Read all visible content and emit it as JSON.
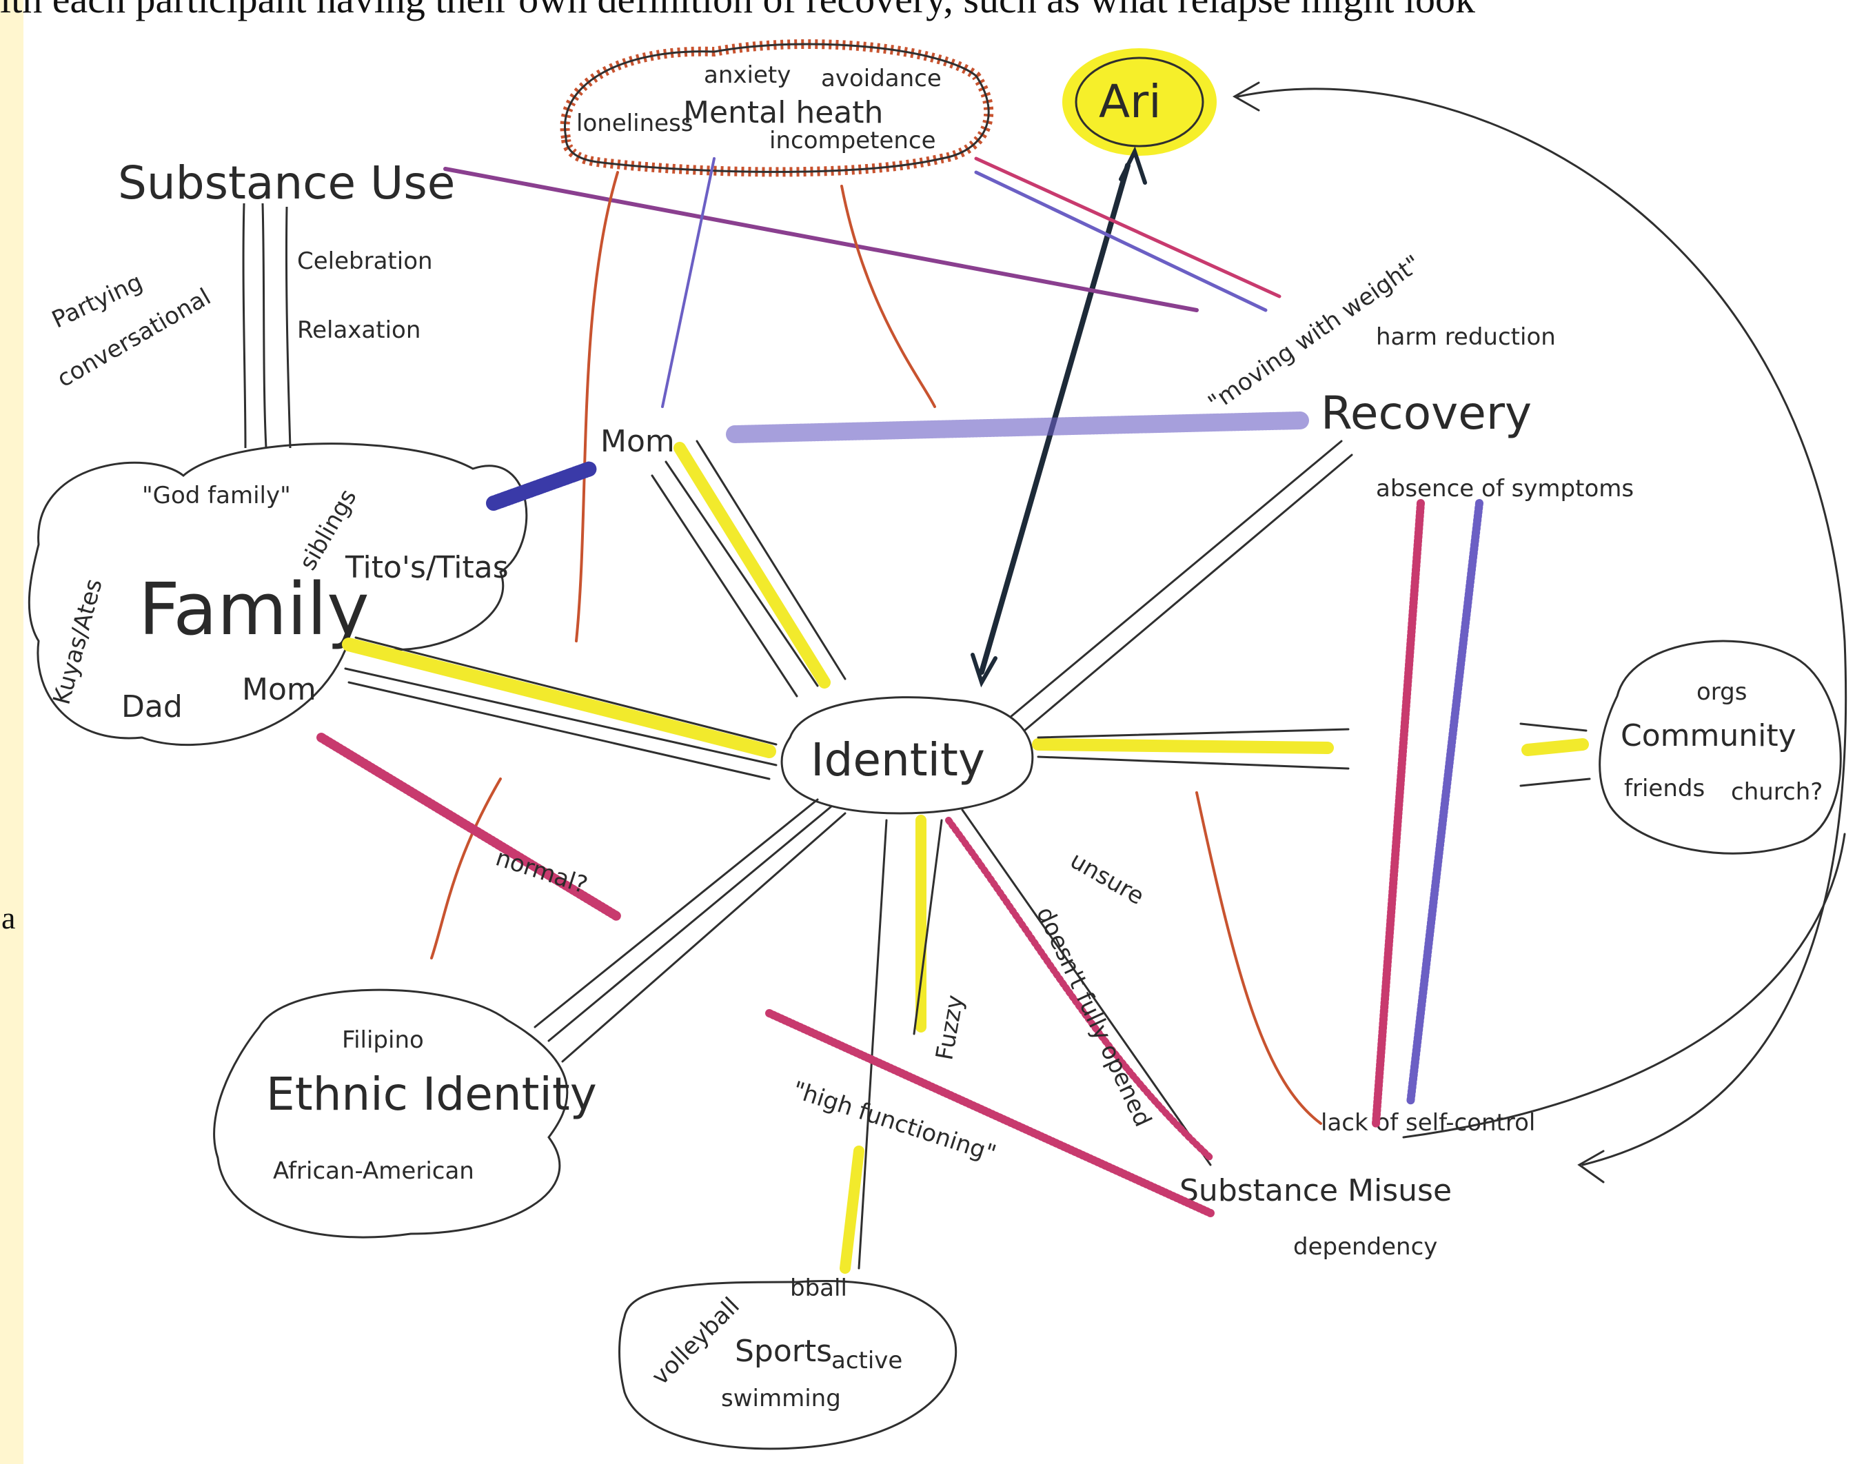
{
  "document": {
    "header_text": "ith each participant having their own definition of recovery, such as what relapse might look",
    "side_fragment": "a"
  },
  "diagram": {
    "center": "Identity",
    "ari": "Ari",
    "mental_health": {
      "title": "Mental heath",
      "items": [
        "anxiety",
        "avoidance",
        "loneliness",
        "incompetence"
      ]
    },
    "substance_use": {
      "title": "Substance Use",
      "items": [
        "Partying",
        "conversational",
        "Celebration",
        "Relaxation"
      ]
    },
    "family": {
      "title": "Family",
      "items": [
        "\"God family\"",
        "siblings",
        "Kuyas/Ates",
        "Tito's/Titas",
        "Dad",
        "Mom"
      ]
    },
    "mom": "Mom",
    "recovery": {
      "title": "Recovery",
      "items": [
        "absence of symptoms",
        "harm reduction"
      ]
    },
    "moving_with_weight": "\"moving with weight\"",
    "community": {
      "title": "Community",
      "items": [
        "orgs",
        "friends",
        "church?"
      ]
    },
    "ethnic": {
      "title": "Ethnic Identity",
      "items": [
        "Filipino",
        "African-American"
      ]
    },
    "misuse": {
      "title": "Substance Misuse",
      "items": [
        "lack of self-control",
        "dependency"
      ]
    },
    "sports": {
      "title": "Sports",
      "items": [
        "volleyball",
        "bball",
        "active",
        "swimming"
      ]
    },
    "edge_labels": {
      "normal": "normal?",
      "unsure": "unsure",
      "fuzzy": "Fuzzy",
      "not_fully_opened": "doesn't fully opened",
      "high_functioning": "\"high functioning\""
    }
  },
  "colors": {
    "yellow": "#f2ea2c",
    "pencil": "#2f2f2f",
    "orange": "#c8532f",
    "pink": "#c83a6e",
    "purple": "#6b5fc4",
    "ari_fill": "#f6ef2a"
  }
}
